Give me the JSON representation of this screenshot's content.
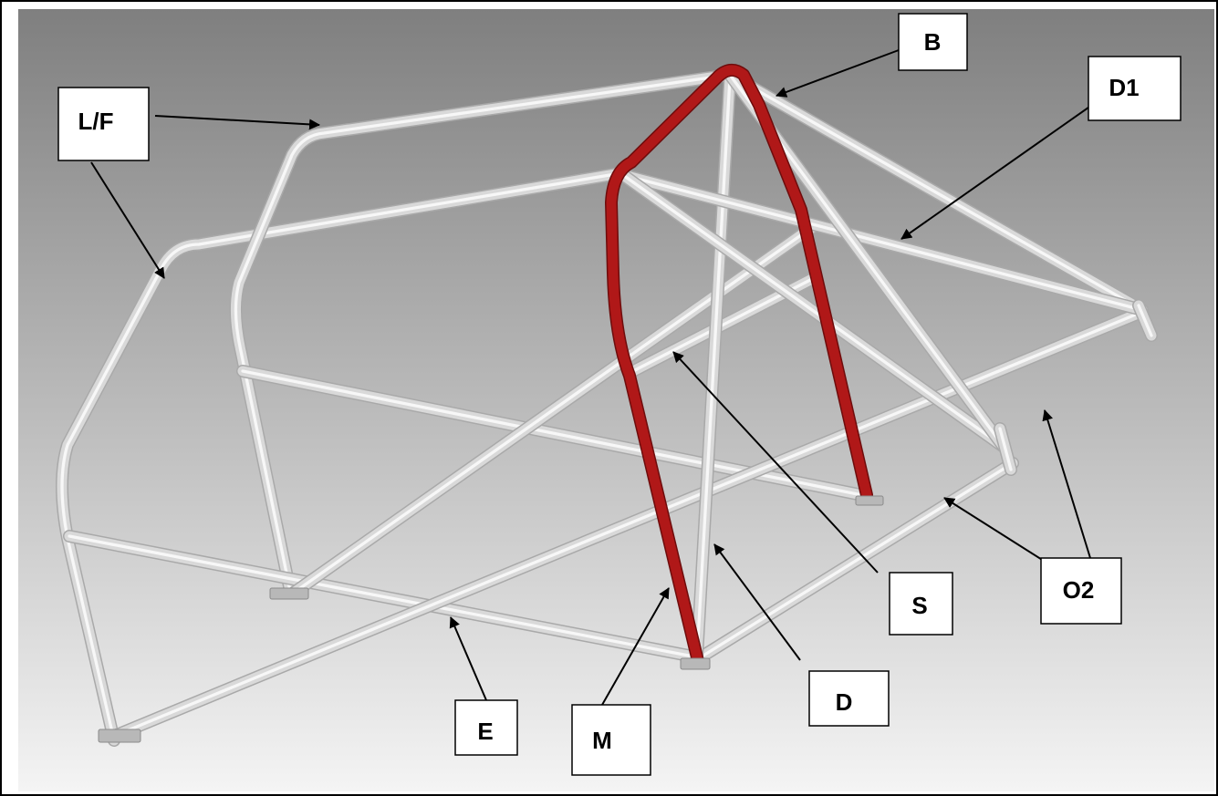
{
  "colors": {
    "bg_top": "#7f7f7f",
    "bg_bottom": "#f4f4f4",
    "tube": "#d9d9d9",
    "tube_edge": "#a9a9a9",
    "tube_highlight": "#f7f7f7",
    "main_hoop": "#b01818",
    "main_hoop_edge": "#6e0c0c",
    "box_fill": "#ffffff",
    "box_border": "#000000",
    "arrow": "#000000"
  },
  "labels": {
    "b": "B",
    "d1": "D1",
    "lf": "L/F",
    "s": "S",
    "o2": "O2",
    "d": "D",
    "e": "E",
    "m": "M"
  }
}
